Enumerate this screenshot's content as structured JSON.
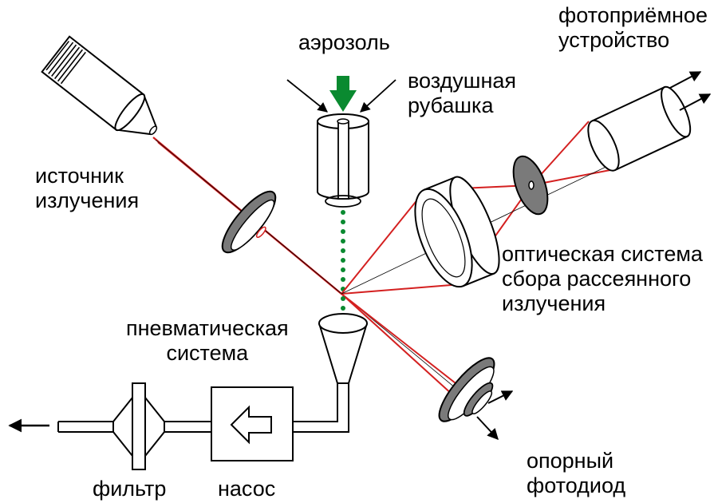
{
  "labels": {
    "photoreceiver": [
      "фотоприёмное",
      "устройство"
    ],
    "aerosol": "аэрозоль",
    "air_jacket": [
      "воздушная",
      "рубашка"
    ],
    "radiation_source": [
      "источник",
      "излучения"
    ],
    "optical_system": [
      "оптическая система",
      "сбора рассеянного",
      "излучения"
    ],
    "pneumatic_system": [
      "пневматическая",
      "система"
    ],
    "reference_photodiode": [
      "опорный",
      "фотодиод"
    ],
    "filter": "фильтр",
    "pump": "насос"
  },
  "colors": {
    "laser": "#d42020",
    "aerosol_flow": "#0a8a30",
    "line": "#000000",
    "element_fill": "#7a7a7a"
  }
}
